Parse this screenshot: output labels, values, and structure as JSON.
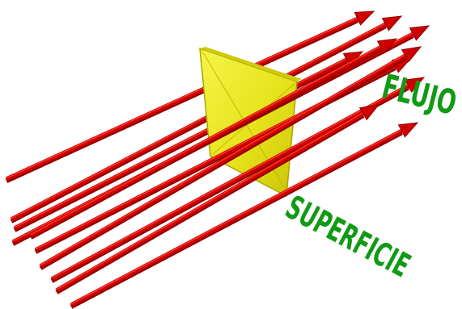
{
  "labels": {
    "flow": "FLUJO",
    "surface": "SUPERFICIE"
  },
  "colors": {
    "arrow": "#d00000",
    "arrow_dark": "#8f0000",
    "arrow_light": "#ff4a3a",
    "surface": "#e8e81a",
    "surface_edge": "#a9a400",
    "label": "#119a14"
  },
  "diagram": {
    "subject": "flux-of-vector-field-through-surface",
    "arrow_count": 10
  }
}
